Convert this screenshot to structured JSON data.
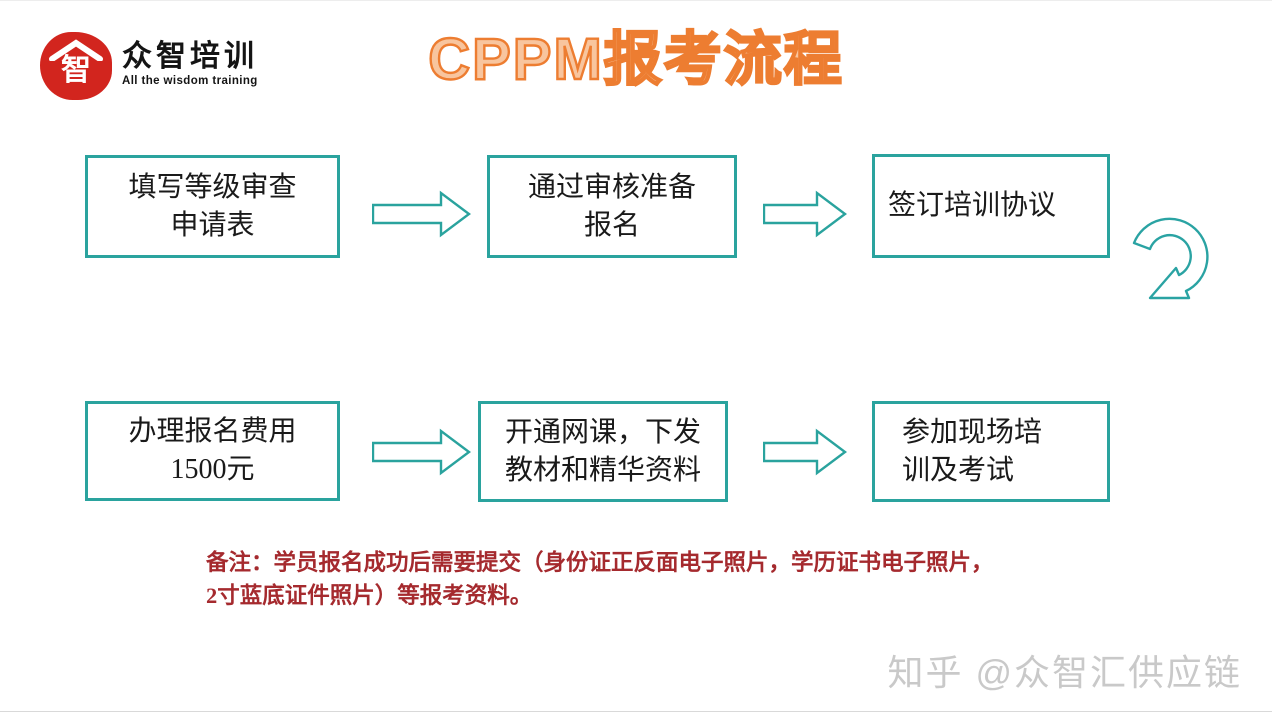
{
  "colors": {
    "accent_teal": "#2aa39e",
    "title_fill": "#f8c59e",
    "title_outline": "#ed7d31",
    "note_red": "#a52a2e",
    "logo_red": "#d2251e",
    "watermark_gray": "#c9c9c9"
  },
  "header": {
    "logo": {
      "stamp_glyph": "智",
      "name": "众智培训",
      "tagline": "All the wisdom training"
    },
    "title": "CPPM报考流程"
  },
  "flow": {
    "boxes": [
      {
        "line1": "填写等级审查",
        "line2": "申请表"
      },
      {
        "line1": "通过审核准备",
        "line2": "报名"
      },
      {
        "line1": "签订培训协议",
        "line2": ""
      },
      {
        "line1": "办理报名费用",
        "line2": "1500元"
      },
      {
        "line1": "开通网课，下发",
        "line2": "教材和精华资料"
      },
      {
        "line1": "参加现场培",
        "line2": "训及考试"
      }
    ]
  },
  "note": {
    "line1": "备注：学员报名成功后需要提交（身份证正反面电子照片，学历证书电子照片，",
    "line2": "2寸蓝底证件照片）等报考资料。"
  },
  "watermark": "知乎 @众智汇供应链"
}
